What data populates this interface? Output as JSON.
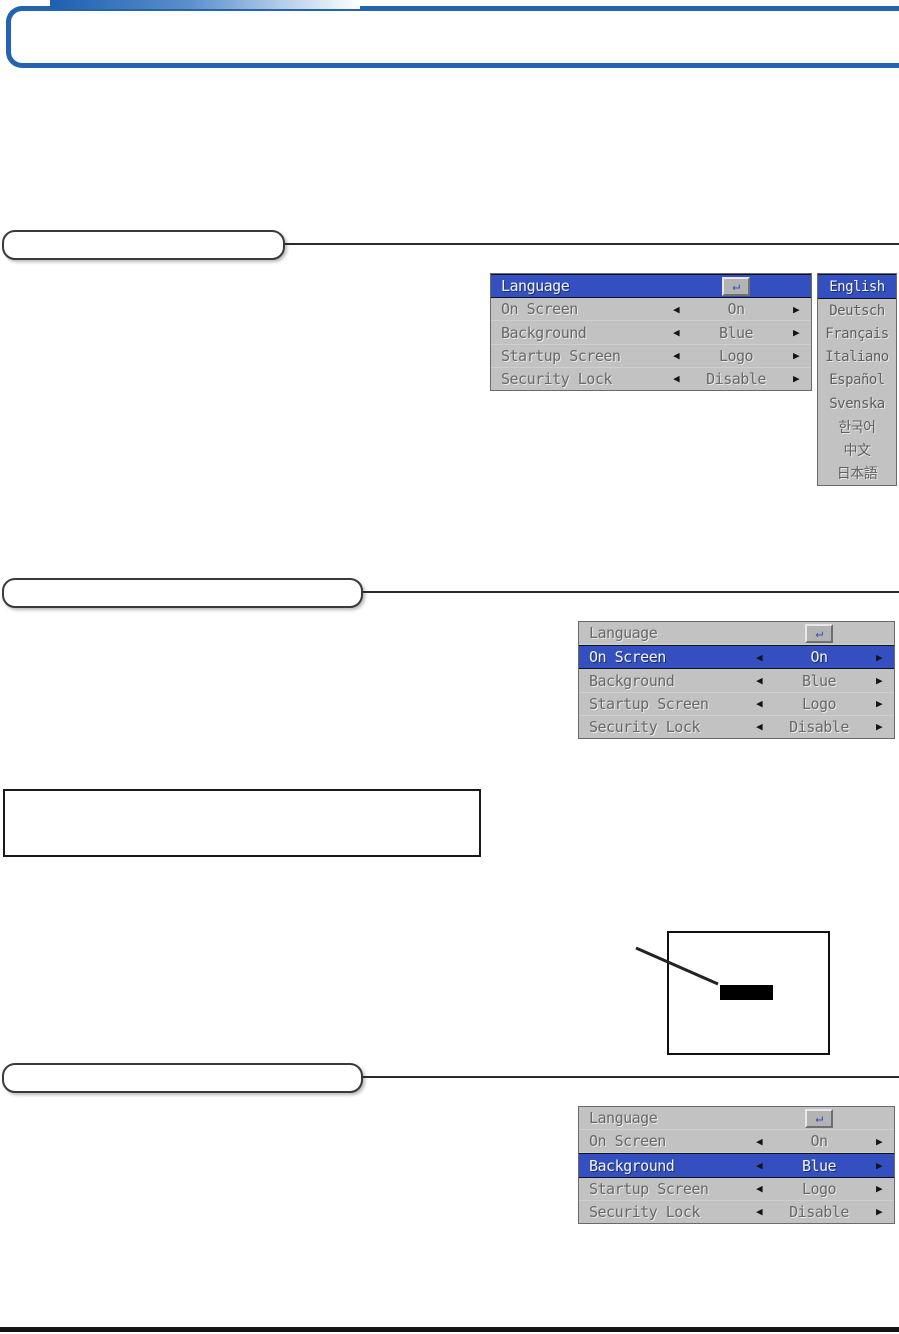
{
  "osd": {
    "rows": [
      {
        "label": "Language",
        "value": "",
        "icon": "return-icon"
      },
      {
        "label": "On Screen",
        "value": "On"
      },
      {
        "label": "Background",
        "value": "Blue"
      },
      {
        "label": "Startup Screen",
        "value": "Logo"
      },
      {
        "label": "Security Lock",
        "value": "Disable"
      }
    ],
    "return_glyph": "↵",
    "arrow_left": "◀",
    "arrow_right": "▶"
  },
  "menus": [
    {
      "name": "language-menu",
      "highlighted_row": "Language"
    },
    {
      "name": "on-screen-menu",
      "highlighted_row": "On Screen"
    },
    {
      "name": "background-menu",
      "highlighted_row": "Background"
    }
  ],
  "language_list": {
    "selected": "English",
    "items": [
      "English",
      "Deutsch",
      "Français",
      "Italiano",
      "Español",
      "Svenska",
      "한국어",
      "中文",
      "日本語"
    ]
  },
  "colors": {
    "highlight_blue": "#3450c0",
    "header_blue": "#2263b2",
    "osd_gray": "#c2c2c2"
  }
}
